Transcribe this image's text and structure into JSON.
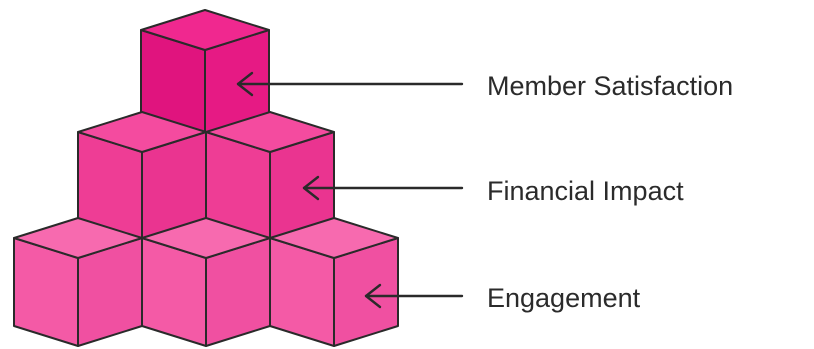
{
  "levels": [
    {
      "label": "Member Satisfaction"
    },
    {
      "label": "Financial Impact"
    },
    {
      "label": "Engagement"
    }
  ],
  "colors": {
    "tier_top": {
      "top": "#f0288f",
      "left": "#e0147e",
      "right": "#e61a84"
    },
    "tier_middle": {
      "top": "#f44b9f",
      "left": "#ee3d95",
      "right": "#ea3490"
    },
    "tier_bottom": {
      "top": "#f76aaf",
      "left": "#f45aa6",
      "right": "#f050a1"
    },
    "outline": "#2a2a2a",
    "label_text": "#2b2b2b"
  }
}
